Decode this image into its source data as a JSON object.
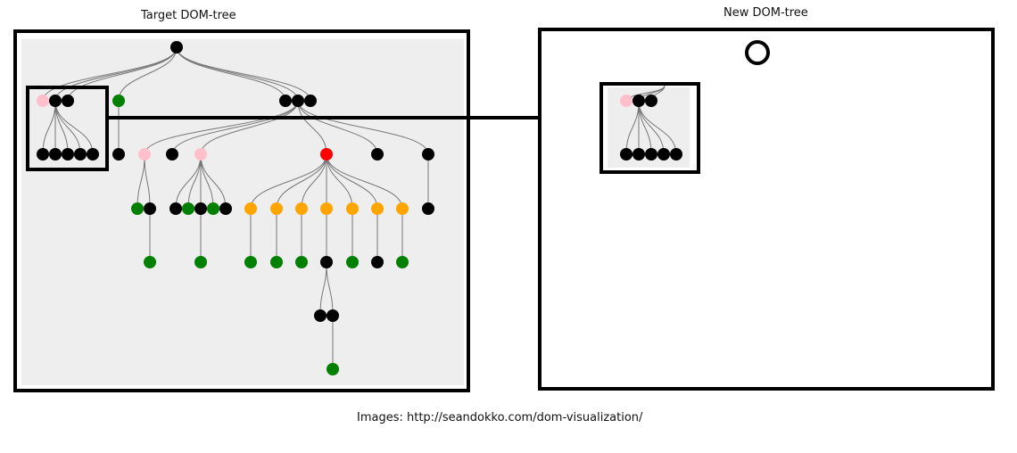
{
  "left_panel": {
    "title": "Target DOM-tree"
  },
  "right_panel": {
    "title": "New DOM-tree"
  },
  "footer": {
    "source_text": "Images: http://seandokko.com/dom-visualization/"
  },
  "colors": {
    "black": "#000000",
    "green": "#008000",
    "pink": "#ffc0cb",
    "red": "#ff0000",
    "orange": "#ffa500",
    "panel_bg": "#eeeeee",
    "edge": "#777777"
  },
  "node_colors_legend": [
    "black",
    "green",
    "pink",
    "red",
    "orange"
  ]
}
